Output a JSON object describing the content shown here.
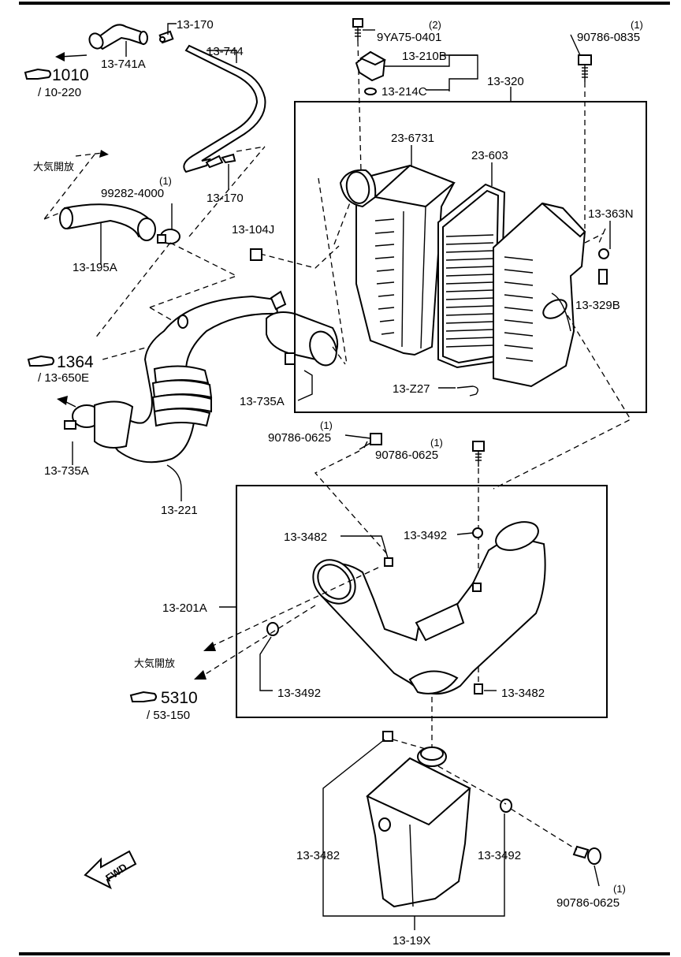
{
  "parts": {
    "p_13_170_top": "13-170",
    "p_13_741a": "13-741A",
    "p_13_744": "13-744",
    "p_13_170_mid": "13-170",
    "p_9ya75_qty": "(2)",
    "p_9ya75": "9YA75-0401",
    "p_13_210b": "13-210B",
    "p_13_214c": "13-214C",
    "p_90786_0835_qty": "(1)",
    "p_90786_0835": "90786-0835",
    "p_13_320": "13-320",
    "p_23_6731": "23-6731",
    "p_23_603": "23-603",
    "p_13_363n": "13-363N",
    "p_13_329b": "13-329B",
    "p_13_z27": "13-Z27",
    "p_99282_qty": "(1)",
    "p_99282": "99282-4000",
    "p_13_195a": "13-195A",
    "p_13_104j": "13-104J",
    "p_13_735a_right": "13-735A",
    "p_13_735a_left": "13-735A",
    "p_13_221": "13-221",
    "p_90786_0625_a_qty": "(1)",
    "p_90786_0625_a": "90786-0625",
    "p_90786_0625_b_qty": "(1)",
    "p_90786_0625_b": "90786-0625",
    "p_13_3482_a": "13-3482",
    "p_13_3492_a": "13-3492",
    "p_13_201a": "13-201A",
    "p_13_3492_b": "13-3492",
    "p_13_3482_b": "13-3482",
    "p_13_3482_c": "13-3482",
    "p_13_3492_c": "13-3492",
    "p_90786_0625_c_qty": "(1)",
    "p_90786_0625_c": "90786-0625",
    "p_13_19x": "13-19X"
  },
  "references": {
    "ref_1010": "1010",
    "ref_1010_sub": "/ 10-220",
    "ref_1364": "1364",
    "ref_1364_sub": "/ 13-650E",
    "ref_5310": "5310",
    "ref_5310_sub": "/ 53-150"
  },
  "notes": {
    "open_air_1": "大気開放",
    "open_air_2": "大気開放",
    "fwd": "FWD"
  },
  "icons": {
    "reference": "pointing-hand-icon",
    "direction": "fwd-arrow-icon"
  }
}
